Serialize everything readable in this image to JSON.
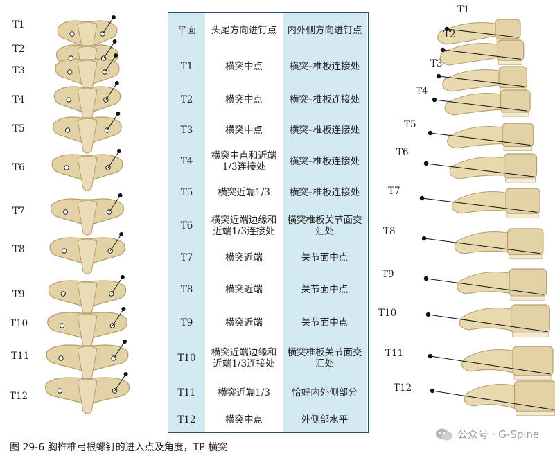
{
  "table": {
    "header": [
      "平面",
      "头尾方向进钉点",
      "内外侧方向进钉点"
    ],
    "rows": [
      {
        "level": "T1",
        "cranial_caudal": "横突中点",
        "medial_lateral": "横突–椎板连接处"
      },
      {
        "level": "T2",
        "cranial_caudal": "横突中点",
        "medial_lateral": "横突–椎板连接处"
      },
      {
        "level": "T3",
        "cranial_caudal": "横突中点",
        "medial_lateral": "横突–椎板连接处"
      },
      {
        "level": "T4",
        "cranial_caudal": "横突中点和近端1/3连接处",
        "medial_lateral": "横突–椎板连接处"
      },
      {
        "level": "T5",
        "cranial_caudal": "横突近端1/3",
        "medial_lateral": "横突–椎板连接处"
      },
      {
        "level": "T6",
        "cranial_caudal": "横突近端边缘和近端1/3连接处",
        "medial_lateral": "横突椎板关节面交汇处"
      },
      {
        "level": "T7",
        "cranial_caudal": "横突近端",
        "medial_lateral": "关节面中点"
      },
      {
        "level": "T8",
        "cranial_caudal": "横突近端",
        "medial_lateral": "关节面中点"
      },
      {
        "level": "T9",
        "cranial_caudal": "横突近端",
        "medial_lateral": "关节面中点"
      },
      {
        "level": "T10",
        "cranial_caudal": "横突近端边缘和近端1/3连接处",
        "medial_lateral": "横突椎板关节面交汇处"
      },
      {
        "level": "T11",
        "cranial_caudal": "横突近端1/3",
        "medial_lateral": "恰好内外侧部分"
      },
      {
        "level": "T12",
        "cranial_caudal": "横突中点",
        "medial_lateral": "外侧部水平"
      }
    ]
  },
  "posterior_labels": [
    "T1",
    "T2",
    "T3",
    "T4",
    "T5",
    "T6",
    "T7",
    "T8",
    "T9",
    "T10",
    "T11",
    "T12"
  ],
  "lateral_labels": [
    "T1",
    "T2",
    "T3",
    "T4",
    "T5",
    "T6",
    "T7",
    "T8",
    "T9",
    "T10",
    "T11",
    "T12"
  ],
  "caption": "图 29-6   胸椎椎弓根螺钉的进入点及角度，TP 横突",
  "watermark": "公众号 · G-Spine",
  "colors": {
    "bone": "#e3d2a6",
    "bone_dark": "#b59d6b",
    "table_border": "#2f4c6e",
    "table_fill": "#d4eaf2"
  }
}
